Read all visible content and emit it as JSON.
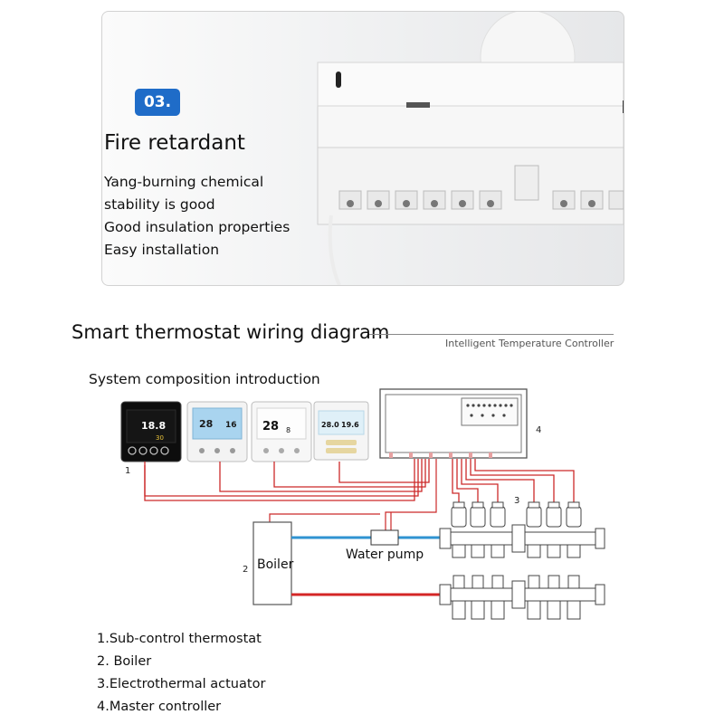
{
  "feature_card": {
    "badge": "03.",
    "title": "Fire retardant",
    "points": [
      "Yang-burning chemical",
      "stability is good",
      "Good insulation properties",
      "Easy installation"
    ]
  },
  "diagram": {
    "title": "Smart thermostat wiring diagram",
    "subtitle": "Intelligent Temperature Controller",
    "composition_heading": "System composition introduction",
    "thermostats": [
      {
        "temp": "18.8",
        "sub": "30",
        "style": "black"
      },
      {
        "temp": "28",
        "sub": "16",
        "style": "blue"
      },
      {
        "temp": "28",
        "sub": "8",
        "style": "white"
      },
      {
        "temp": "28.0",
        "sub": "19.6",
        "style": "light"
      }
    ],
    "callouts": [
      "1",
      "2",
      "3",
      "4"
    ],
    "boiler_label": "Boiler",
    "pump_label": "Water pump",
    "legend": [
      "1.Sub-control thermostat",
      "2. Boiler",
      "3.Electrothermal actuator",
      "4.Master controller"
    ],
    "colors": {
      "signal_wire": "#cc2929",
      "cold_pipe": "#2f93d1",
      "hot_pipe": "#d42626",
      "accent": "#1f6cc8"
    }
  }
}
